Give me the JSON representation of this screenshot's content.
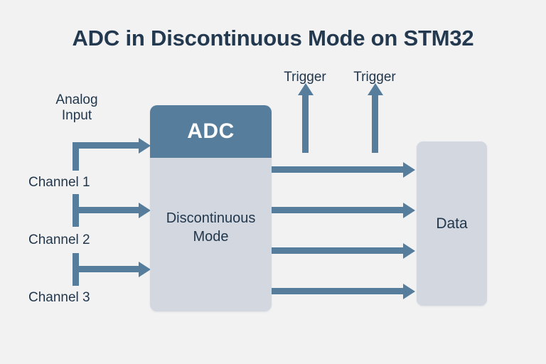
{
  "diagram": {
    "title": "ADC in Discontinuous Mode on STM32",
    "background_color": "#f2f2f3",
    "accent_color": "#567e9c",
    "block_fill_color": "#d2d7e0",
    "text_color": "#22374c"
  },
  "inputs": {
    "analog_input_label": "Analog\nInput",
    "channels": [
      {
        "label": "Channel 1"
      },
      {
        "label": "Channel 2"
      },
      {
        "label": "Channel 3"
      }
    ]
  },
  "adc_block": {
    "header_label": "ADC",
    "body_label": "Discontinuous\nMode"
  },
  "triggers": [
    {
      "label": "Trigger"
    },
    {
      "label": "Trigger"
    }
  ],
  "output_block": {
    "label": "Data"
  },
  "connections": {
    "analog_input_arrow": "analog-input-to-adc",
    "channel_arrows": [
      "channel-1-to-adc",
      "channel-2-to-adc",
      "channel-3-to-adc"
    ],
    "data_arrows": [
      "adc-to-data-1",
      "adc-to-data-2",
      "adc-to-data-3",
      "adc-to-data-4"
    ],
    "trigger_arrows": [
      "adc-trigger-1",
      "adc-trigger-2"
    ]
  }
}
